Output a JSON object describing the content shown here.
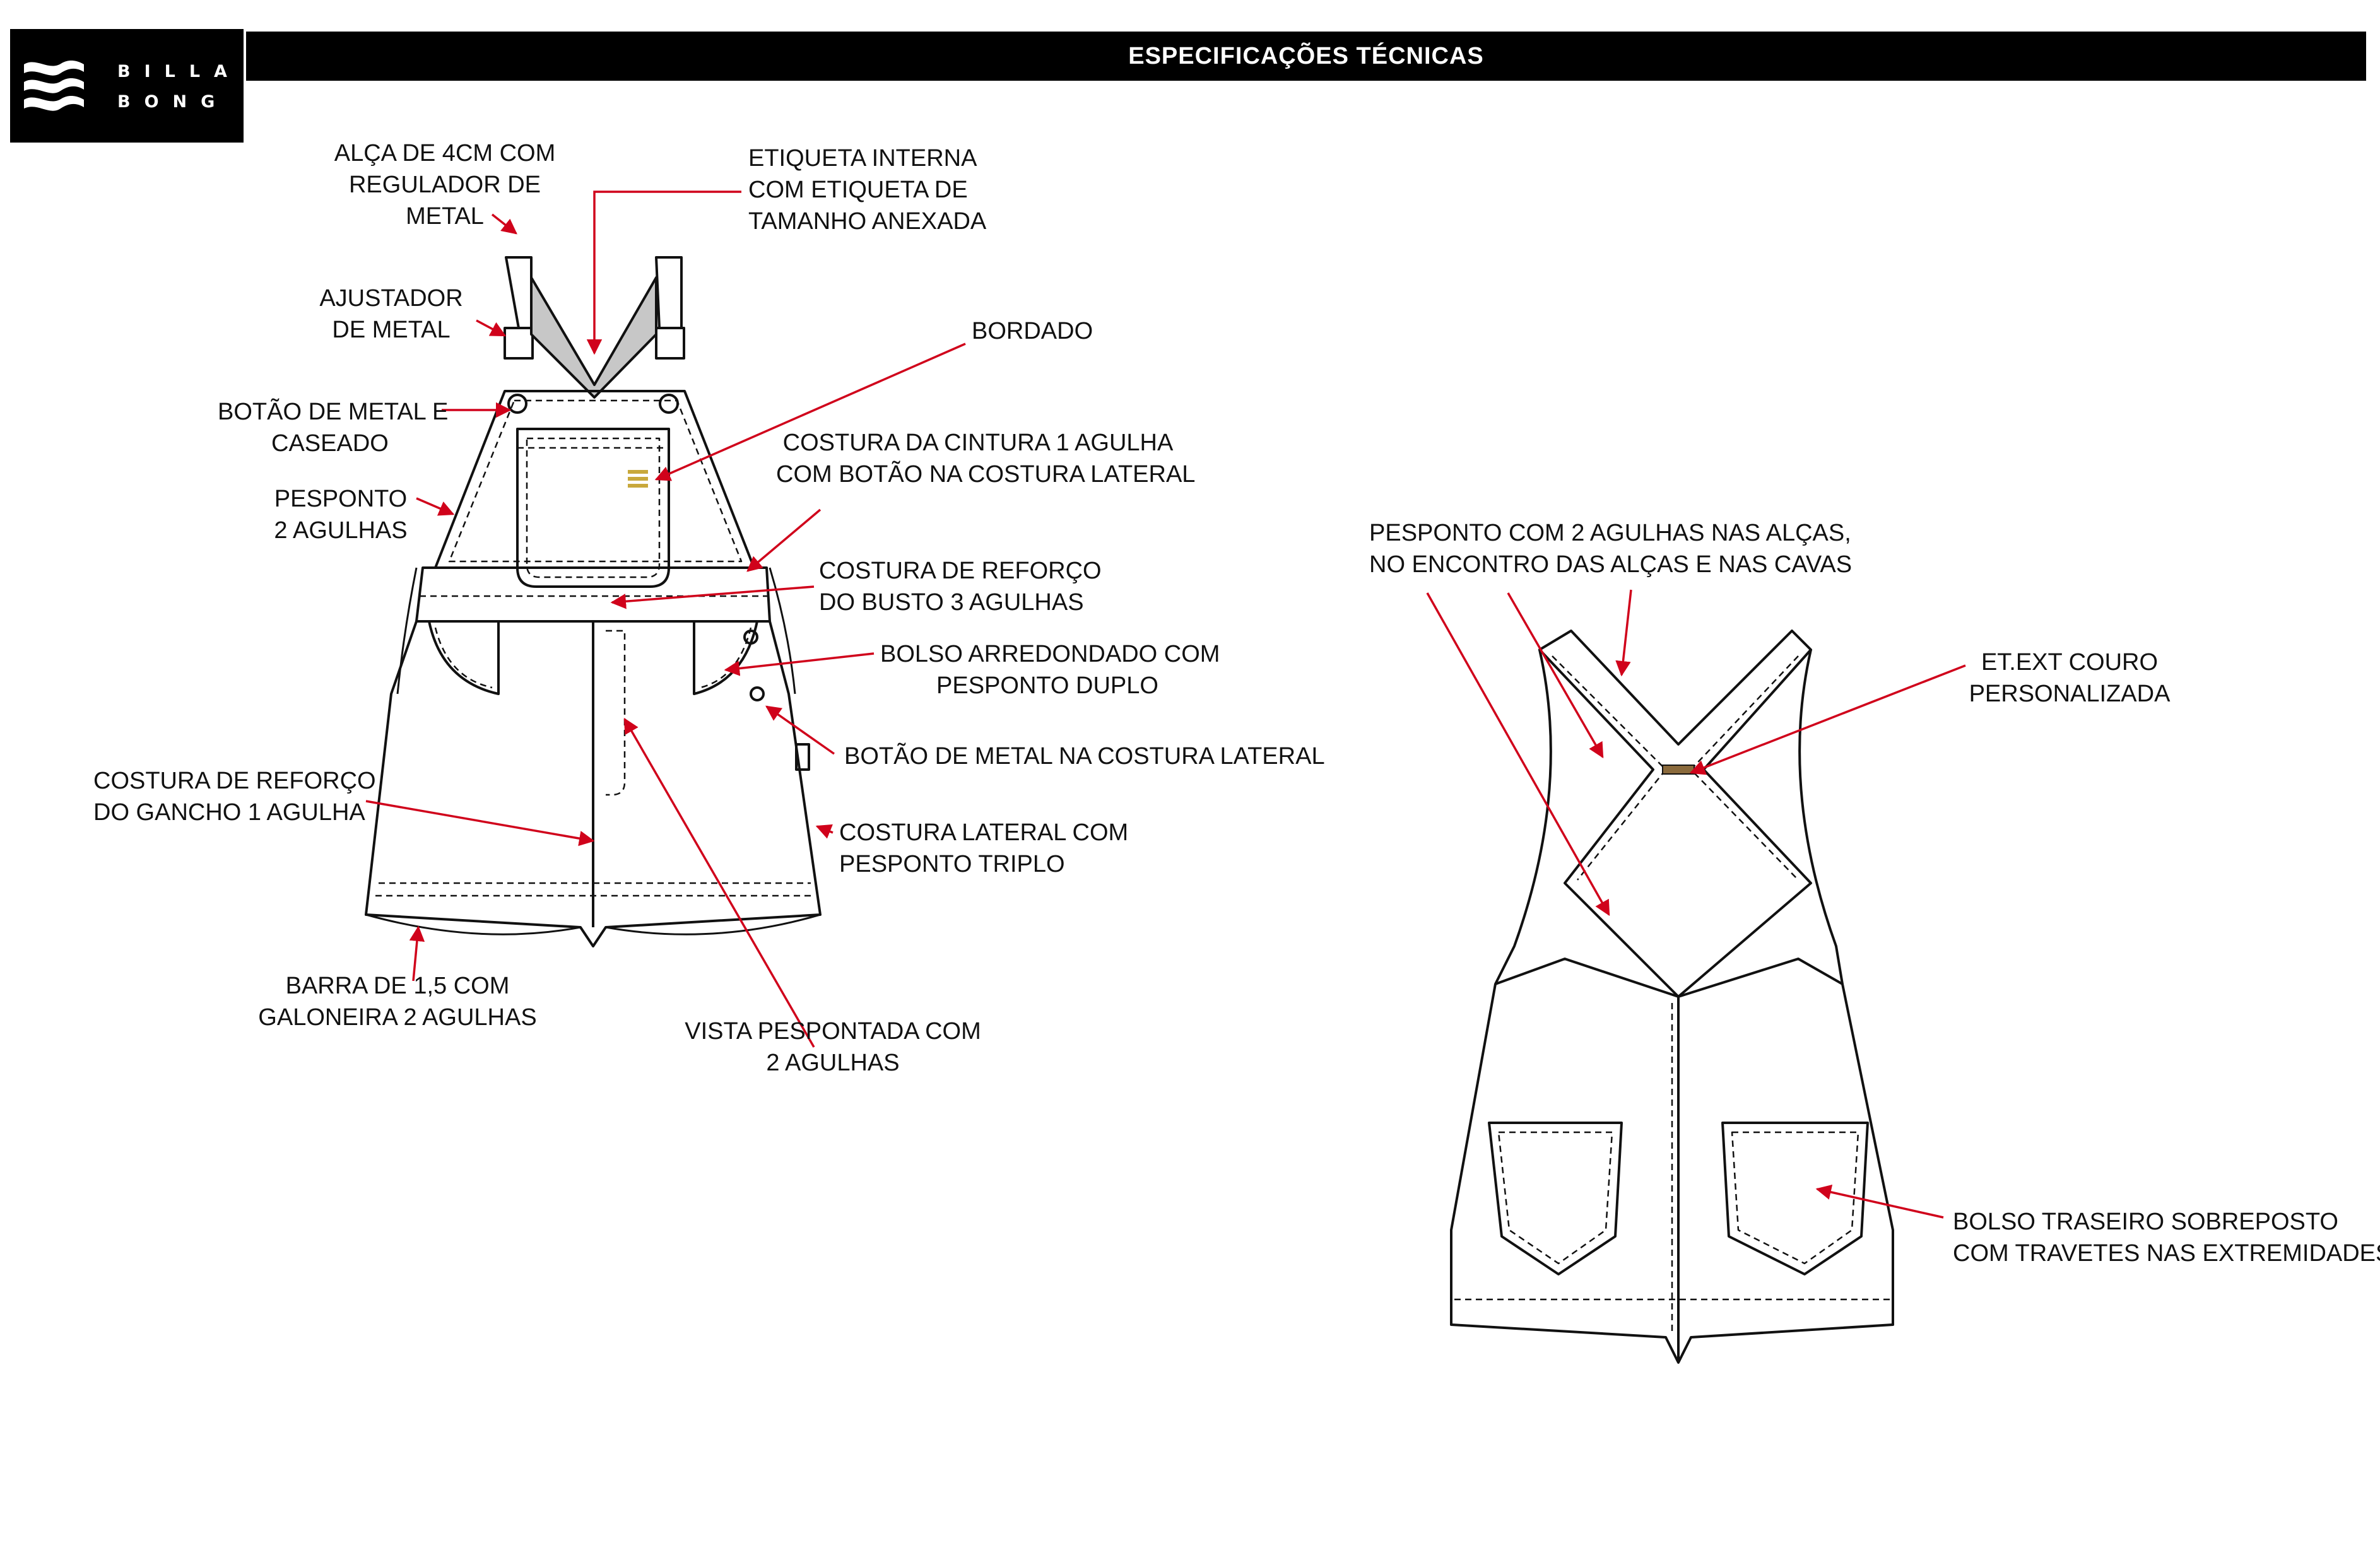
{
  "header": {
    "logo_line1": "BILLA",
    "logo_line2": "BONG",
    "title": "ESPECIFICAÇÕES TÉCNICAS"
  },
  "colors": {
    "callout": "#d0021b",
    "outline": "#111111",
    "shade": "#bdbdbd",
    "embroidery": "#c8a83c",
    "leather_label": "#8a6a3c"
  },
  "front_callouts": {
    "strap": [
      "ALÇA DE 4CM COM",
      "REGULADOR DE",
      "METAL"
    ],
    "adjuster": [
      "AJUSTADOR",
      "DE METAL"
    ],
    "button": [
      "BOTÃO DE METAL E",
      "CASEADO"
    ],
    "topstitch": [
      "PESPONTO",
      "2 AGULHAS"
    ],
    "crotch": [
      "COSTURA DE REFORÇO",
      "DO GANCHO 1 AGULHA"
    ],
    "hem": [
      "BARRA DE 1,5 COM",
      "GALONEIRA 2 AGULHAS"
    ],
    "label": [
      "ETIQUETA INTERNA",
      "COM ETIQUETA DE",
      "TAMANHO ANEXADA"
    ],
    "embroidery": [
      "BORDADO"
    ],
    "waist": [
      "COSTURA DA CINTURA 1 AGULHA",
      "COM BOTÃO NA COSTURA LATERAL"
    ],
    "bust": [
      "COSTURA DE REFORÇO",
      "DO BUSTO 3 AGULHAS"
    ],
    "pocket": [
      "BOLSO ARREDONDADO COM",
      "PESPONTO DUPLO"
    ],
    "side_button": [
      "BOTÃO DE METAL NA COSTURA LATERAL"
    ],
    "side_seam": [
      "COSTURA LATERAL COM",
      "PESPONTO TRIPLO"
    ],
    "fly": [
      "VISTA PESPONTADA COM",
      "2 AGULHAS"
    ]
  },
  "back_callouts": {
    "straps": [
      "PESPONTO COM 2 AGULHAS NAS ALÇAS,",
      "NO ENCONTRO DAS ALÇAS E NAS CAVAS"
    ],
    "leather": [
      "ET.EXT COURO",
      "PERSONALIZADA"
    ],
    "back_pocket": [
      "BOLSO TRASEIRO SOBREPOSTO",
      "COM TRAVETES NAS EXTREMIDADES"
    ]
  }
}
